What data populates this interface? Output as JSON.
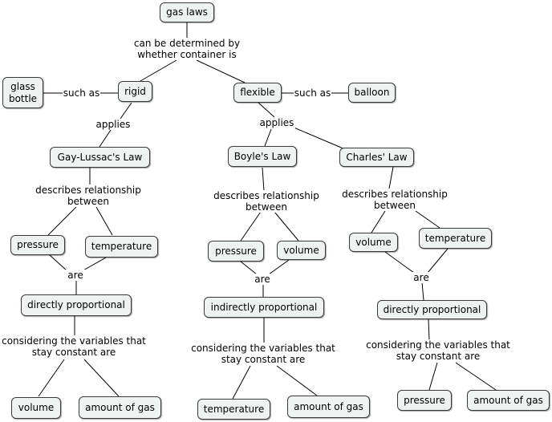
{
  "concepts": {
    "gas_laws": "gas laws",
    "rigid": "rigid",
    "flexible": "flexible",
    "glass_bottle_1": "glass",
    "glass_bottle_2": "bottle",
    "balloon": "balloon",
    "gay_lussac": "Gay-Lussac's Law",
    "boyle": "Boyle's Law",
    "charles": "Charles' Law",
    "gl_pressure": "pressure",
    "gl_temperature": "temperature",
    "gl_direct": "directly proportional",
    "gl_volume": "volume",
    "gl_amount": "amount of gas",
    "b_pressure": "pressure",
    "b_volume": "volume",
    "b_indirect": "indirectly proportional",
    "b_temperature": "temperature",
    "b_amount": "amount of gas",
    "c_volume": "volume",
    "c_temperature": "temperature",
    "c_direct": "directly proportional",
    "c_pressure": "pressure",
    "c_amount": "amount of gas"
  },
  "links": {
    "determined_1": "can be determined by",
    "determined_2": "whether container is",
    "such_as_left": "such as",
    "such_as_right": "such as",
    "applies_left": "applies",
    "applies_right": "applies",
    "describes_gl_1": "describes relationship",
    "describes_gl_2": "between",
    "describes_b_1": "describes relationship",
    "describes_b_2": "between",
    "describes_c_1": "describes relationship",
    "describes_c_2": "between",
    "are_gl": "are",
    "are_b": "are",
    "are_c": "are",
    "considering_gl_1": "considering the variables that",
    "considering_gl_2": "stay constant are",
    "considering_b_1": "considering the variables that",
    "considering_b_2": "stay constant are",
    "considering_c_1": "considering the variables that",
    "considering_c_2": "stay constant are"
  },
  "colors": {
    "node_fill": "#eef2f1",
    "node_border": "#3a3a3a",
    "line": "#000000"
  }
}
